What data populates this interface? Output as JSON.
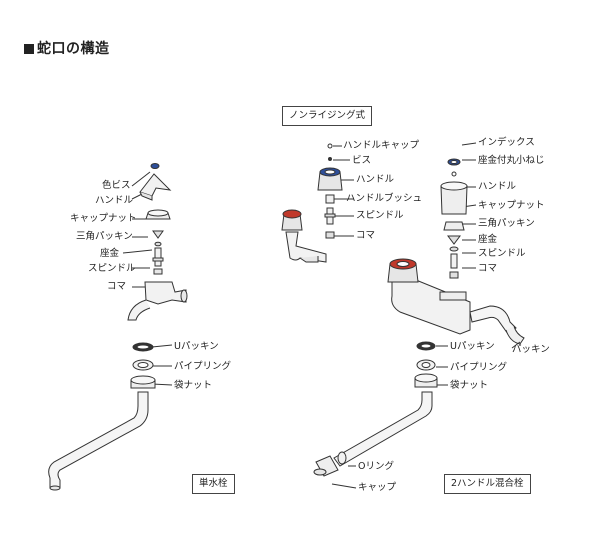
{
  "title": "蛇口の構造",
  "section_label": "ノンライジング式",
  "single": {
    "name": "単水栓",
    "parts": [
      "色ビス",
      "ハンドル",
      "キャップナット",
      "三角パッキン",
      "座金",
      "スピンドル",
      "コマ"
    ],
    "pipe_parts": [
      "Uパッキン",
      "パイプリング",
      "袋ナット"
    ]
  },
  "nonrising": {
    "parts": [
      "ハンドルキャップ",
      "ビス",
      "ハンドル",
      "ハンドルブッシュ",
      "スピンドル",
      "コマ"
    ]
  },
  "double": {
    "name": "2ハンドル混合栓",
    "parts": [
      "インデックス",
      "座金付丸小ねじ",
      "ハンドル",
      "キャップナット",
      "三角パッキン",
      "座金",
      "スピンドル",
      "コマ"
    ],
    "side_part": "パッキン",
    "pipe_parts": [
      "Uパッキン",
      "パイプリング",
      "袋ナット"
    ],
    "bottom_parts": [
      "Oリング",
      "キャップ"
    ]
  },
  "colors": {
    "line": "#333333",
    "hot": "#c0392b",
    "index": "#2e4f9a",
    "part_fill": "#f2f2f2"
  }
}
